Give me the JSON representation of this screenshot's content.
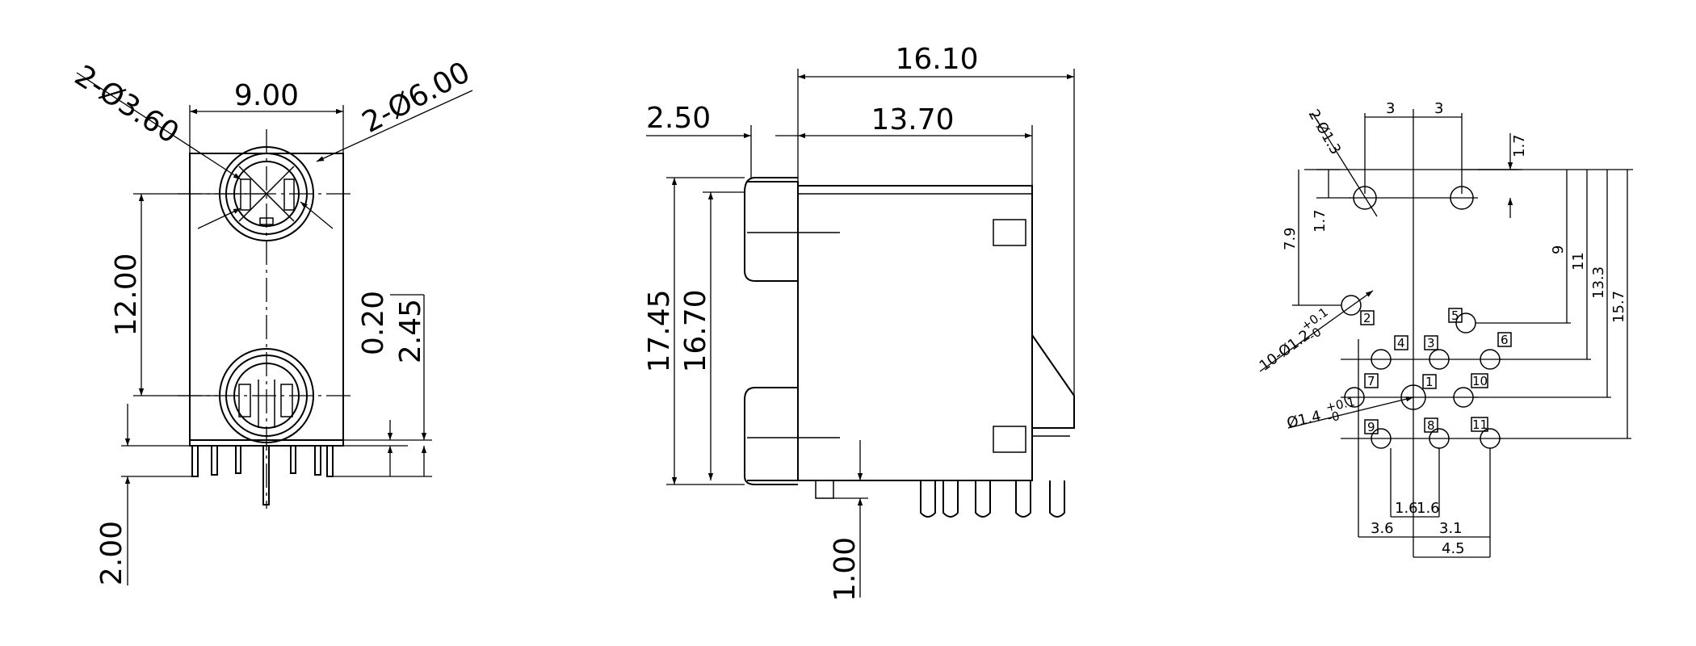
{
  "front_view": {
    "dims": {
      "width": "9.00",
      "hole_small": "2-Ø3.60",
      "hole_large": "2-Ø6.00",
      "pitch": "12.00",
      "d_020": "0.20",
      "d_245": "2.45",
      "d_200": "2.00"
    }
  },
  "side_view": {
    "dims": {
      "length": "16.10",
      "body": "13.70",
      "front": "2.50",
      "h1745": "17.45",
      "h1670": "16.70",
      "d100": "1.00"
    }
  },
  "footprint": {
    "dims": {
      "pitch_left": "3",
      "pitch_right": "3",
      "mount_hole": "2-Ø1.3",
      "top_off": "1.7",
      "left_off": "1.7",
      "v79": "7.9",
      "v9": "9",
      "v11": "11",
      "v133": "13.3",
      "v157": "15.7",
      "pin_hole": "10-Ø1.2",
      "pin_hole_tol_plus": "+0.1",
      "pin_hole_tol_minus": "-0",
      "center_hole": "Ø1.4",
      "center_tol_plus": "+0.1",
      "center_tol_minus": "-0",
      "b16a": "1.6",
      "b16b": "1.6",
      "b36": "3.6",
      "b31": "3.1",
      "b45": "4.5"
    },
    "pins": [
      "1",
      "2",
      "3",
      "4",
      "5",
      "6",
      "7",
      "8",
      "9",
      "10",
      "11"
    ]
  }
}
